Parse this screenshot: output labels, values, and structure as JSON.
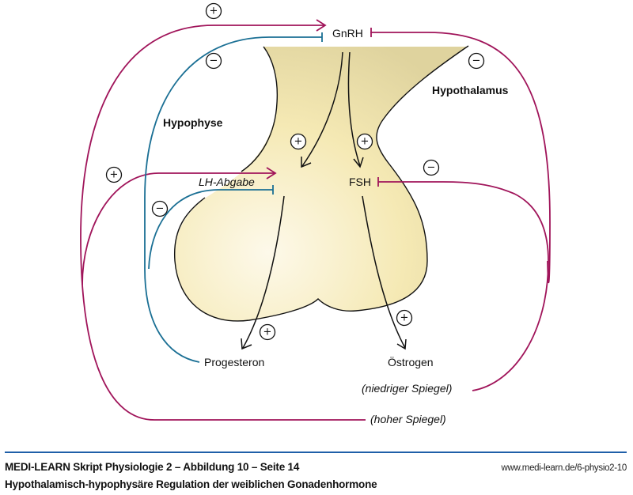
{
  "diagram": {
    "labels": {
      "gnrh": "GnRH",
      "hypothalamus": "Hypothalamus",
      "hypophyse": "Hypophyse",
      "lh_abgabe": "LH-Abgabe",
      "fsh": "FSH",
      "progesteron": "Progesteron",
      "oestrogen": "Östrogen",
      "niedriger_spiegel": "(niedriger Spiegel)",
      "hoher_spiegel": "(hoher Spiegel)"
    },
    "signs": {
      "plus": "+",
      "minus": "−"
    },
    "colors": {
      "stimulation_line": "#a0145a",
      "inhibition_line": "#1a6f94",
      "gland_fill_light": "#fbf6e0",
      "gland_fill_dark": "#e2d7a2",
      "footer_rule": "#1f5fa8"
    }
  },
  "footer": {
    "title": "MEDI-LEARN Skript Physiologie 2 – Abbildung 10 – Seite 14",
    "url": "www.medi-learn.de/6-physio2-10",
    "caption": "Hypothalamisch-hypophysäre Regulation der weiblichen Gonadenhormone"
  }
}
